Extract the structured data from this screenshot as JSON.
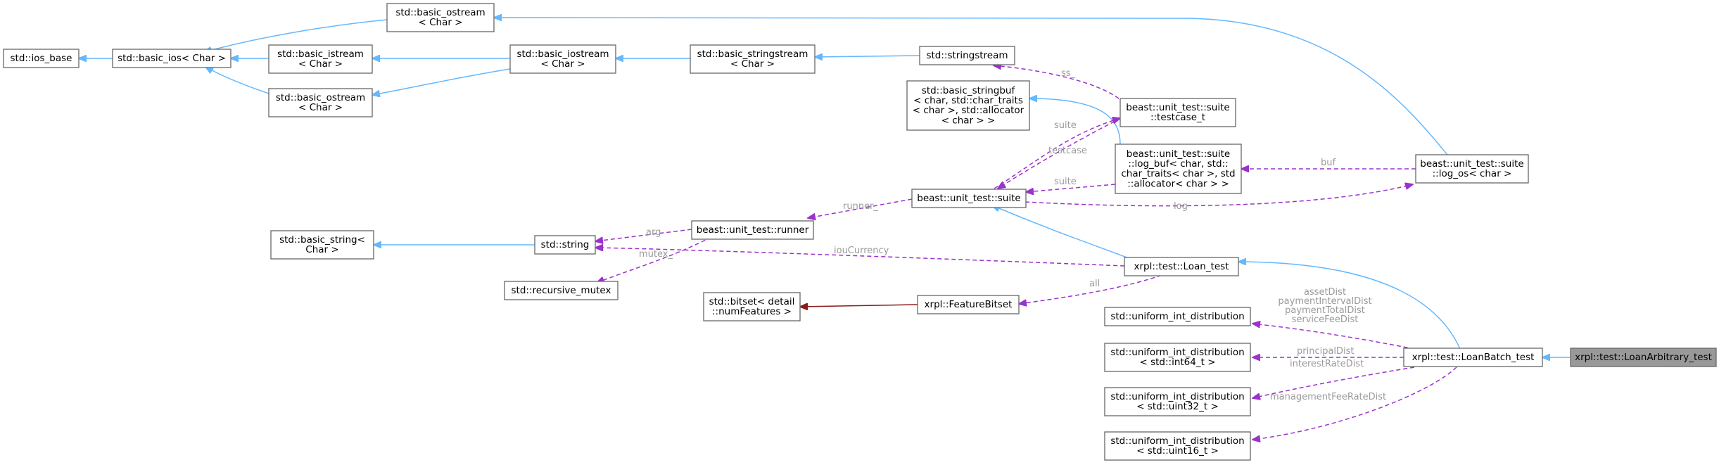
{
  "nodes": [
    {
      "id": "ios_base",
      "lines": [
        "std::ios_base"
      ]
    },
    {
      "id": "basic_ios",
      "lines": [
        "std::basic_ios< Char >"
      ]
    },
    {
      "id": "ostream_top",
      "lines": [
        "std::basic_ostream",
        "< Char >"
      ]
    },
    {
      "id": "istream",
      "lines": [
        "std::basic_istream",
        "< Char >"
      ]
    },
    {
      "id": "ostream_mid",
      "lines": [
        "std::basic_ostream",
        "< Char >"
      ]
    },
    {
      "id": "iostream",
      "lines": [
        "std::basic_iostream",
        "< Char >"
      ]
    },
    {
      "id": "stringstream_tpl",
      "lines": [
        "std::basic_stringstream",
        "< Char >"
      ]
    },
    {
      "id": "stringstream",
      "lines": [
        "std::stringstream"
      ]
    },
    {
      "id": "stringbuf",
      "lines": [
        "std::basic_stringbuf",
        "< char, std::char_traits",
        "< char >, std::allocator",
        "< char > >"
      ]
    },
    {
      "id": "testcase",
      "lines": [
        "beast::unit_test::suite",
        "::testcase_t"
      ]
    },
    {
      "id": "log_buf",
      "lines": [
        "beast::unit_test::suite",
        "::log_buf< char, std::",
        "char_traits< char >, std",
        "::allocator< char > >"
      ]
    },
    {
      "id": "log_os",
      "lines": [
        "beast::unit_test::suite",
        "::log_os< char >"
      ]
    },
    {
      "id": "suite",
      "lines": [
        "beast::unit_test::suite"
      ]
    },
    {
      "id": "basic_string",
      "lines": [
        "std::basic_string<",
        "Char >"
      ]
    },
    {
      "id": "string",
      "lines": [
        "std::string"
      ]
    },
    {
      "id": "runner",
      "lines": [
        "beast::unit_test::runner"
      ]
    },
    {
      "id": "recursive_mutex",
      "lines": [
        "std::recursive_mutex"
      ]
    },
    {
      "id": "bitset",
      "lines": [
        "std::bitset< detail",
        "::numFeatures >"
      ]
    },
    {
      "id": "featurebitset",
      "lines": [
        "xrpl::FeatureBitset"
      ]
    },
    {
      "id": "loan_test",
      "lines": [
        "xrpl::test::Loan_test"
      ]
    },
    {
      "id": "uid",
      "lines": [
        "std::uniform_int_distribution"
      ]
    },
    {
      "id": "uid64",
      "lines": [
        "std::uniform_int_distribution",
        "< std::int64_t >"
      ]
    },
    {
      "id": "uid32",
      "lines": [
        "std::uniform_int_distribution",
        "< std::uint32_t >"
      ]
    },
    {
      "id": "uid16",
      "lines": [
        "std::uniform_int_distribution",
        "< std::uint16_t >"
      ]
    },
    {
      "id": "loanbatch",
      "lines": [
        "xrpl::test::LoanBatch_test"
      ]
    },
    {
      "id": "loanarbitrary",
      "lines": [
        "xrpl::test::LoanArbitrary_test"
      ]
    }
  ],
  "edge_labels": {
    "ss": "ss_",
    "suite1": "suite",
    "testcase": "testcase",
    "suite2": "suite",
    "buf": "buf",
    "log": "log",
    "runner": "runner_",
    "arg": "arg",
    "mutex": "mutex_",
    "iouCurrency": "iouCurrency",
    "all": "all",
    "dists": [
      "assetDist",
      "paymentIntervalDist",
      "paymentTotalDist",
      "serviceFeeDist"
    ],
    "principalDist": "principalDist",
    "interestRateDist": "interestRateDist",
    "managementFeeRateDist": "managementFeeRateDist"
  }
}
